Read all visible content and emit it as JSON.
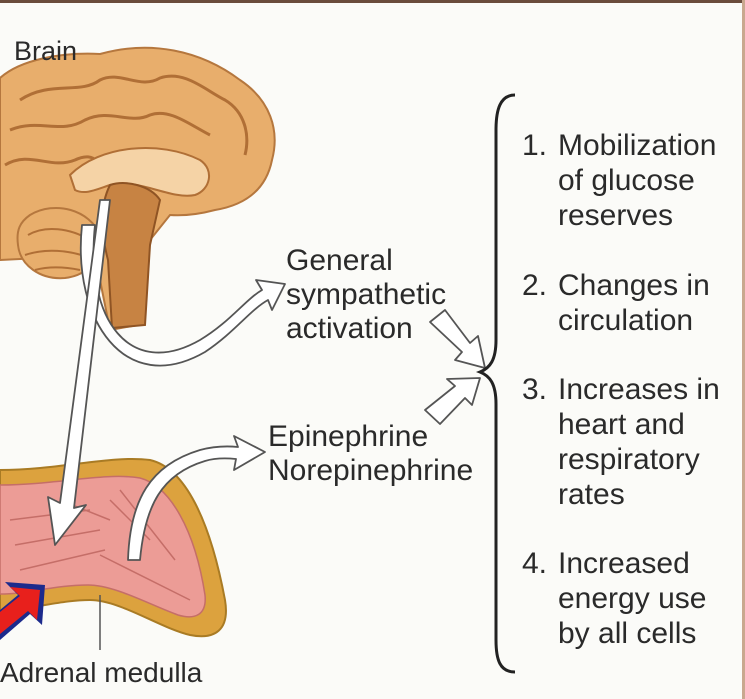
{
  "labels": {
    "brain": "Brain",
    "sympathetic": [
      "General",
      "sympathetic",
      "activation"
    ],
    "hormones": [
      "Epinephrine",
      "Norepinephrine"
    ],
    "adrenal": "Adrenal medulla"
  },
  "effects": [
    {
      "num": "1.",
      "lines": [
        "Mobilization",
        "of glucose",
        "reserves"
      ]
    },
    {
      "num": "2.",
      "lines": [
        "Changes in",
        "circulation"
      ]
    },
    {
      "num": "3.",
      "lines": [
        "Increases in",
        "heart and",
        "respiratory",
        "rates"
      ]
    },
    {
      "num": "4.",
      "lines": [
        "Increased",
        "energy use",
        "by all cells"
      ]
    }
  ],
  "colors": {
    "brain_fill": "#e8ae6c",
    "brain_shade": "#c78343",
    "adrenal_fill": "#ec9c96",
    "adrenal_border": "#dca23e",
    "pointer_red": "#e8201c",
    "pointer_blue": "#1c2a8c",
    "frame": "#6a4c3c"
  },
  "icons": [
    "hollow-arrow-icon",
    "brace-icon",
    "pointer-arrow-icon"
  ]
}
